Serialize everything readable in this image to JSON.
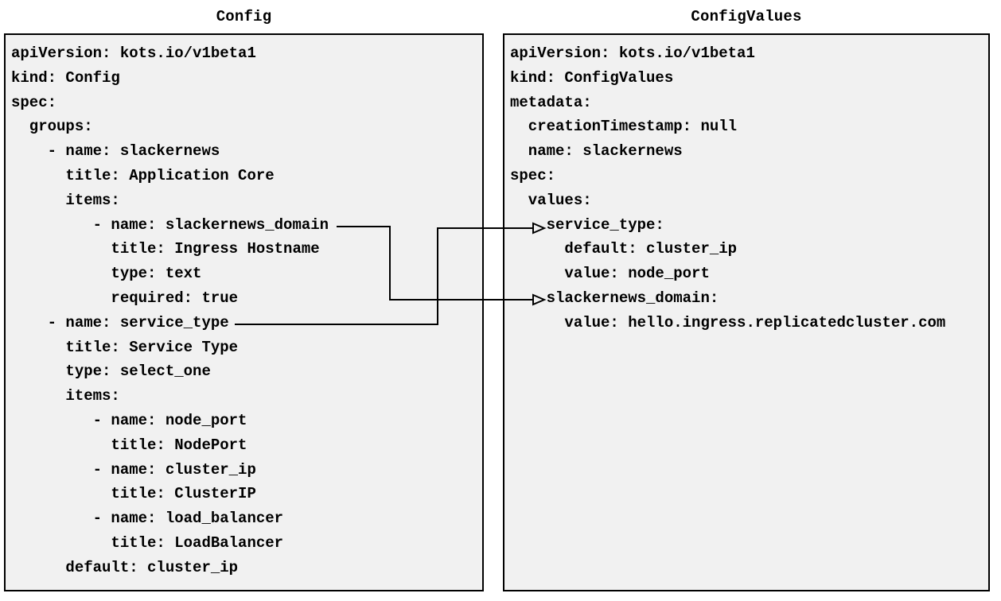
{
  "diagram": {
    "left_panel": {
      "title": "Config",
      "yaml": [
        "apiVersion: kots.io/v1beta1",
        "kind: Config",
        "spec:",
        "  groups:",
        "    - name: slackernews",
        "      title: Application Core",
        "      items:",
        "         - name: slackernews_domain",
        "           title: Ingress Hostname",
        "           type: text",
        "           required: true",
        "    - name: service_type",
        "      title: Service Type",
        "      type: select_one",
        "      items:",
        "         - name: node_port",
        "           title: NodePort",
        "         - name: cluster_ip",
        "           title: ClusterIP",
        "         - name: load_balancer",
        "           title: LoadBalancer",
        "      default: cluster_ip"
      ]
    },
    "right_panel": {
      "title": "ConfigValues",
      "yaml": [
        "apiVersion: kots.io/v1beta1",
        "kind: ConfigValues",
        "metadata:",
        "  creationTimestamp: null",
        "  name: slackernews",
        "spec:",
        "  values:",
        "    service_type:",
        "      default: cluster_ip",
        "      value: node_port",
        "    slackernews_domain:",
        "      value: hello.ingress.replicatedcluster.com"
      ]
    },
    "connections": [
      {
        "from": "Config item slackernews_domain",
        "to": "ConfigValues key slackernews_domain"
      },
      {
        "from": "Config item service_type",
        "to": "ConfigValues key service_type"
      }
    ],
    "colors": {
      "background": "#ffffff",
      "panel_fill": "#f1f1f1",
      "panel_border": "#000000",
      "text": "#000000",
      "arrow": "#000000"
    }
  }
}
